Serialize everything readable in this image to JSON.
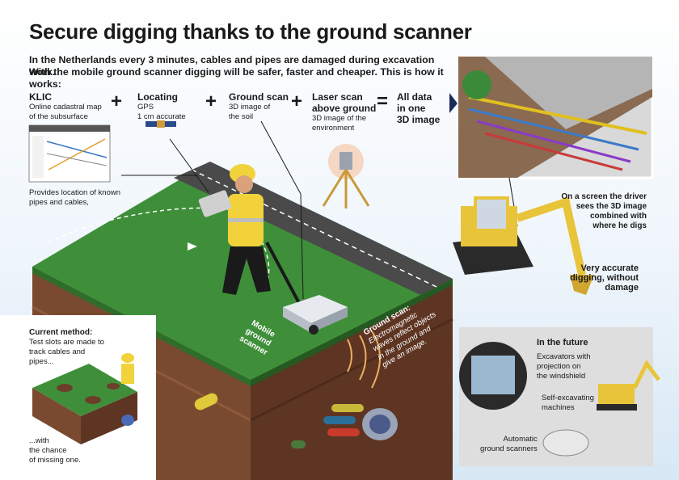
{
  "title": "Secure digging thanks to the ground scanner",
  "intro": {
    "line1": "In the Netherlands every 3 minutes, cables and pipes are damaged during excavation work.",
    "line2": "With the mobile ground scanner digging will be safer, faster and cheaper.  This is how it works:"
  },
  "steps": {
    "klic": {
      "title": "KLIC",
      "line1": "Online cadastral map",
      "line2": "of the subsurface"
    },
    "locating": {
      "title": "Locating",
      "line1": "GPS",
      "line2": "1 cm accurate"
    },
    "ground_scan": {
      "title": "Ground scan",
      "line1": "3D image of",
      "line2": "the soil"
    },
    "laser_scan": {
      "title1": "Laser scan",
      "title2": "above ground",
      "line1": "3D image of the",
      "line2": "environment"
    },
    "result": {
      "line1": "All data",
      "line2": "in one",
      "line3": "3D image"
    },
    "plus": "+",
    "equals": "="
  },
  "klic_caption": {
    "line1": "Provides location of known",
    "line2": "pipes and cables,"
  },
  "driver_caption": {
    "line1": "On a screen the driver",
    "line2": "sees the 3D image",
    "line3": "combined with",
    "line4": "where he digs"
  },
  "accuracy_caption": {
    "line1": "Very accurate",
    "line2": "digging, without",
    "line3": "damage"
  },
  "scanner_label": {
    "line1": "Mobile",
    "line2": "ground",
    "line3": "scanner"
  },
  "ground_scan_label": {
    "title": "Ground scan:",
    "line1": "Electromagnetic",
    "line2": "waves reflect objects",
    "line3": "in the ground and",
    "line4": "give an image."
  },
  "current_method": {
    "title": "Current method:",
    "line1": "Test slots are made to",
    "line2": "track cables and",
    "line3": "pipes...",
    "note1": "...with",
    "note2": "the chance",
    "note3": "of missing one."
  },
  "future": {
    "title": "In the future",
    "item1_line1": "Excavators with",
    "item1_line2": "projection on",
    "item1_line3": "the windshield",
    "item2_line1": "Self-excavating",
    "item2_line2": "machines",
    "item3_line1": "Automatic",
    "item3_line2": "ground scanners"
  },
  "colors": {
    "grass": "#3f8f3a",
    "soil": "#6b3f2a",
    "excavator": "#e8c43a",
    "accent_blue": "#2a4a8a"
  }
}
